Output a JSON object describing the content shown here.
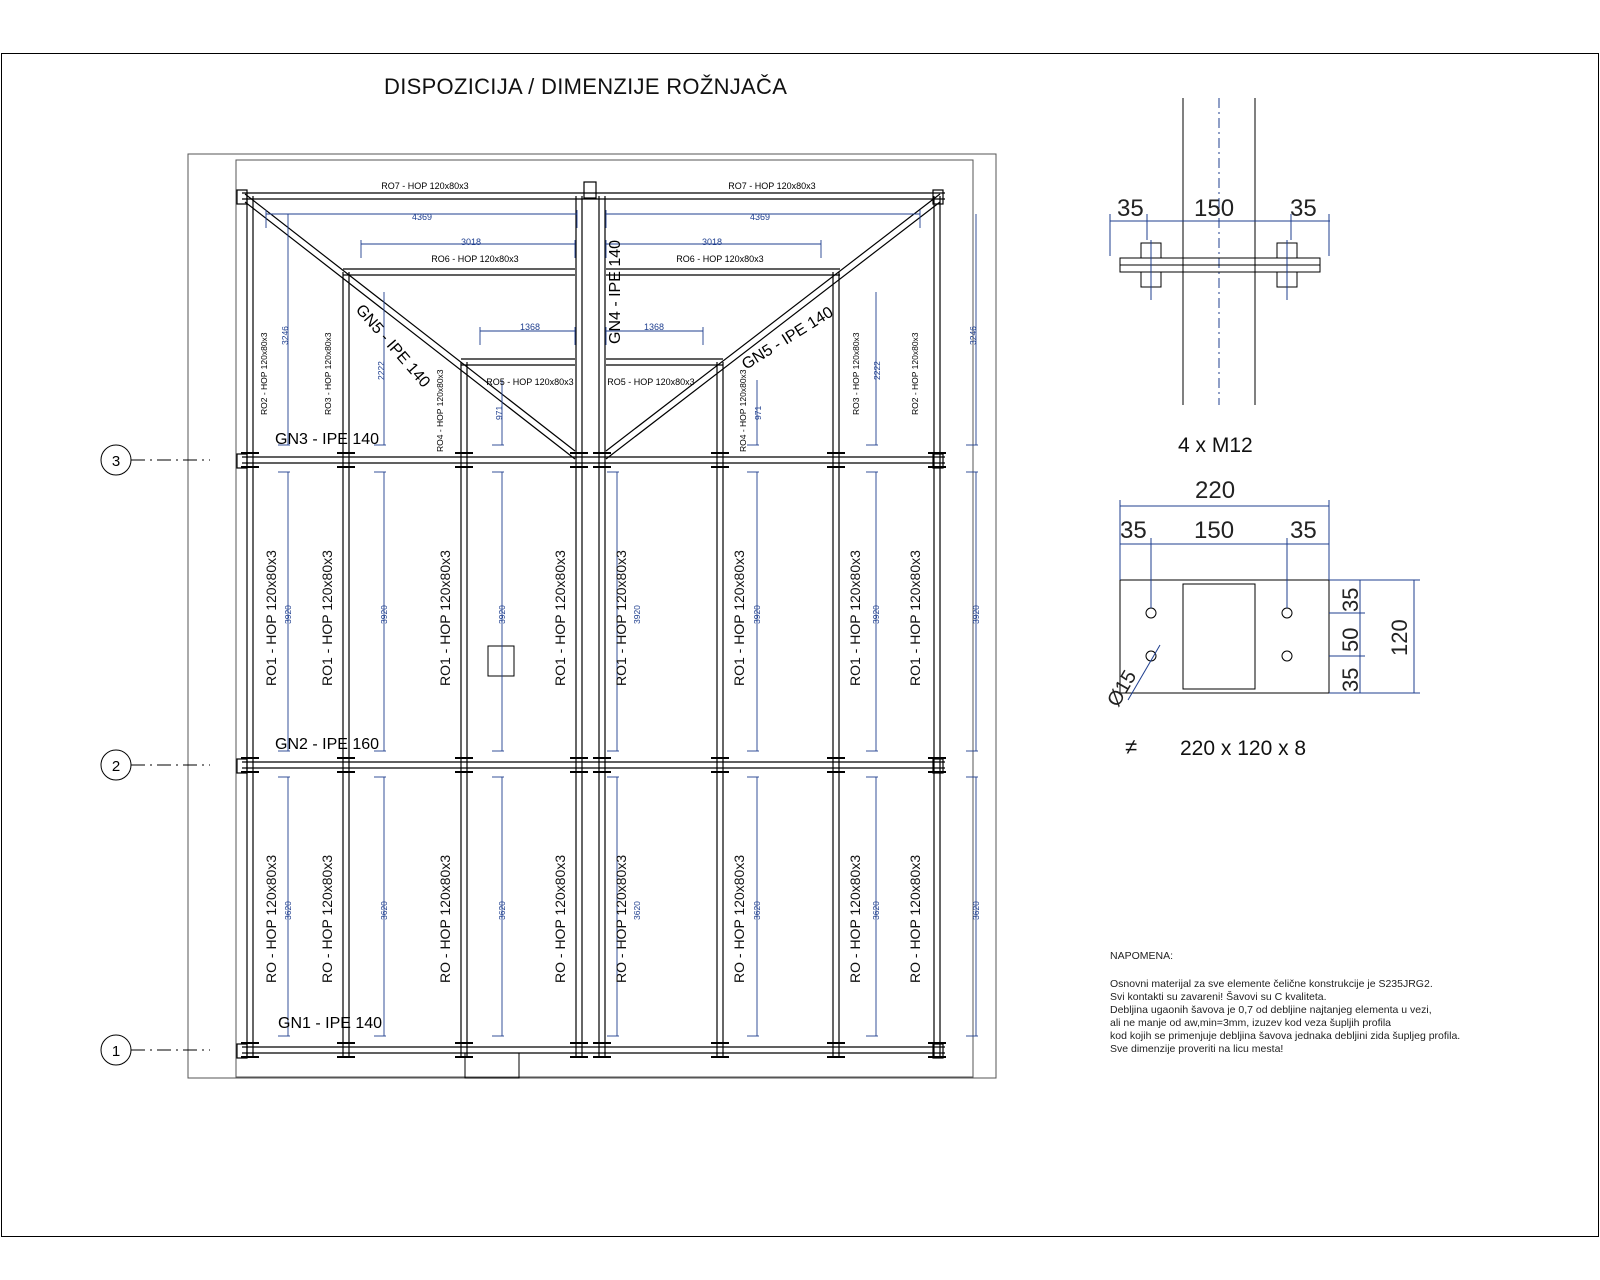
{
  "title": "DISPOZICIJA / DIMENZIJE ROŽNJAČA",
  "axes": [
    {
      "label": "3",
      "girder": "GN3 - IPE 140"
    },
    {
      "label": "2",
      "girder": "GN2 - IPE 160"
    },
    {
      "label": "1",
      "girder": "GN1 - IPE 140"
    }
  ],
  "top_beams": {
    "ro7_left": "RO7 - HOP 120x80x3",
    "ro7_right": "RO7 - HOP 120x80x3",
    "dim_top_left": "4369",
    "dim_top_right": "4369",
    "ro6_left": "RO6 - HOP 120x80x3",
    "ro6_right": "RO6 - HOP 120x80x3",
    "dim_ro6_left": "3018",
    "dim_ro6_right": "3018",
    "ro5_left": "RO5 - HOP 120x80x3",
    "ro5_right": "RO5 - HOP 120x80x3",
    "dim_ro5_left": "1368",
    "dim_ro5_right": "1368"
  },
  "diagonals": {
    "gn5_left": "GN5 - IPE 140",
    "gn5_right": "GN5 - IPE 140",
    "gn4": "GN4 - IPE 140"
  },
  "upper_verticals": [
    {
      "label": "RO2 - HOP 120x80x3",
      "dim": "3246"
    },
    {
      "label": "RO3 - HOP 120x80x3",
      "dim": "2222"
    },
    {
      "label": "RO4 - HOP 120x80x3",
      "dim": "971"
    },
    {
      "label": "RO4 - HOP 120x80x3",
      "dim": "971"
    },
    {
      "label": "RO3 - HOP 120x80x3",
      "dim": "2222"
    },
    {
      "label": "RO2 - HOP 120x80x3",
      "dim": "3246"
    }
  ],
  "middle_bay": {
    "label": "RO1 - HOP 120x80x3",
    "dim": "3920"
  },
  "lower_bay": {
    "label": "RO - HOP 120x80x3",
    "dim": "3620"
  },
  "detail": {
    "top_dims": [
      "35",
      "150",
      "35"
    ],
    "bolts": "4 x M12",
    "plate_width": "220",
    "plate_dims": [
      "35",
      "150",
      "35"
    ],
    "plate_side_dims": [
      "35",
      "50",
      "35"
    ],
    "plate_height": "120",
    "hole": "Ø15",
    "plate_symbol": "≠",
    "plate_label": "220 x 120 x 8"
  },
  "note": {
    "title": "NAPOMENA:",
    "lines": [
      "Osnovni materijal za sve elemente čelične konstrukcije je S235JRG2.",
      "Svi kontakti su zavareni! Šavovi su C kvaliteta.",
      "Debljina ugaonih šavova je 0,7 od debljine najtanjeg elementa u vezi,",
      "ali ne manje od aw,min=3mm, izuzev kod veza šupljih profila",
      "kod kojih se primenjuje debljina šavova jednaka debljini zida šupljeg profila.",
      "Sve dimenzije proveriti na licu mesta!"
    ]
  },
  "colors": {
    "line": "#000000",
    "dim": "#1f3f8f"
  }
}
